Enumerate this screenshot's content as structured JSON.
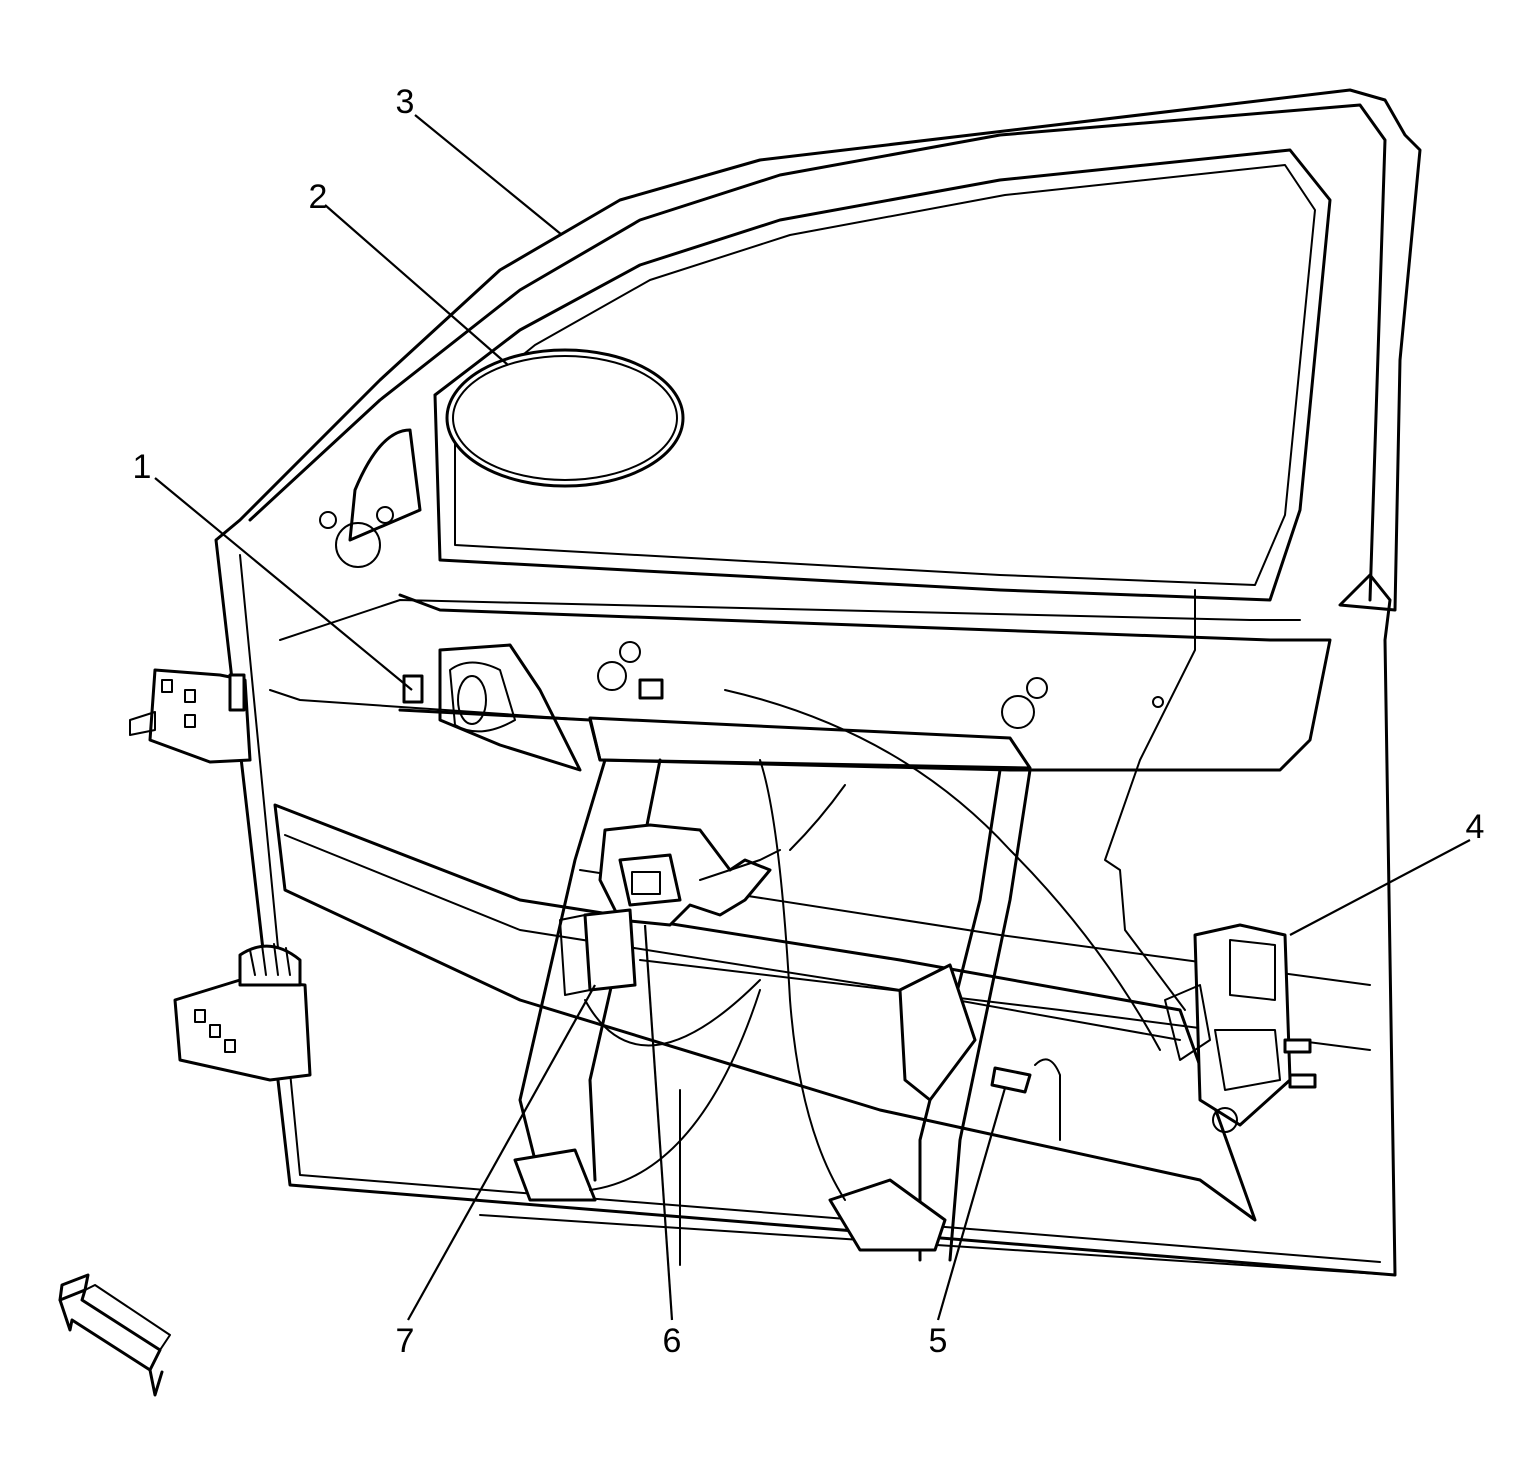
{
  "callouts": [
    {
      "id": "1",
      "label": "1"
    },
    {
      "id": "2",
      "label": "2"
    },
    {
      "id": "3",
      "label": "3"
    },
    {
      "id": "4",
      "label": "4"
    },
    {
      "id": "5",
      "label": "5"
    },
    {
      "id": "6",
      "label": "6"
    },
    {
      "id": "7",
      "label": "7"
    }
  ],
  "icons": {
    "orientation": "front-arrow-icon"
  }
}
